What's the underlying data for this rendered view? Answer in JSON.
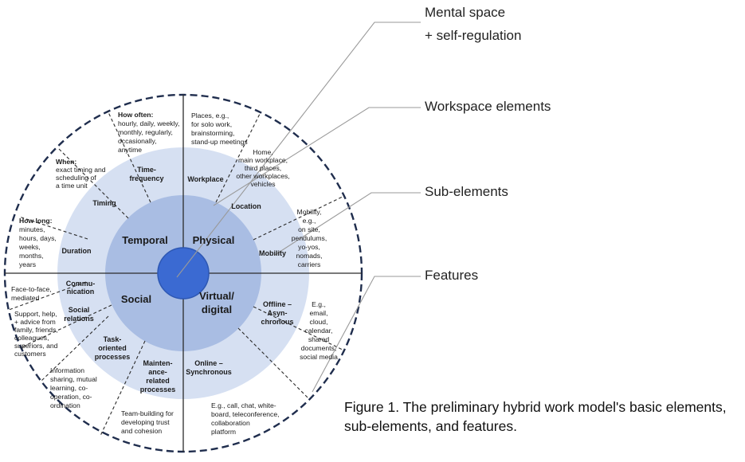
{
  "legend": {
    "mental_space_line1": "Mental space",
    "mental_space_line2": "+ self-regulation",
    "workspace_elements": "Workspace elements",
    "sub_elements": "Sub-elements",
    "features": "Features"
  },
  "caption": {
    "line1": "Figure 1. The preliminary hybrid work model's basic elements,",
    "line2": "sub-elements, and features."
  },
  "elements": {
    "temporal": "Temporal",
    "physical": "Physical",
    "social": "Social",
    "virtual_line1": "Virtual/",
    "virtual_line2": "digital"
  },
  "sub_elements": {
    "time_frequency": [
      "Time-",
      "frequency"
    ],
    "timing": [
      "Timing"
    ],
    "duration": [
      "Duration"
    ],
    "workplace": [
      "Workplace"
    ],
    "location": [
      "Location"
    ],
    "mobility": [
      "Mobility"
    ],
    "communication": [
      "Commu-",
      "nication"
    ],
    "social_relations": [
      "Social",
      "relations"
    ],
    "task_oriented": [
      "Task-",
      "oriented",
      "processes"
    ],
    "maintenance": [
      "Mainten-",
      "ance-",
      "related",
      "processes"
    ],
    "online": [
      "Online –",
      "Synchronous"
    ],
    "offline": [
      "Offline –",
      "Asyn-",
      "chronous"
    ]
  },
  "features": {
    "how_often": [
      "How often:",
      "hourly, daily, weekly,",
      "monthly, regularly,",
      "occasionally,",
      "anytime"
    ],
    "when": [
      "When:",
      "exact timing and",
      "scheduling of",
      "a time unit"
    ],
    "how_long": [
      "How long:",
      "minutes,",
      "hours, days,",
      "weeks,",
      "months,",
      "years"
    ],
    "places": [
      "Places, e.g.,",
      "for solo work,",
      "brainstorming,",
      "stand-up meetings"
    ],
    "home": [
      "Home,",
      "main workplace,",
      "third places,",
      "other workplaces,",
      "vehicles"
    ],
    "mobility_eg": [
      "Mobility,",
      "e.g.,",
      "on site,",
      "pendulums,",
      "yo-yos,",
      "nomads,",
      "carriers"
    ],
    "face_to_face": [
      "Face-to-face,",
      "mediated"
    ],
    "support": [
      "Support, help,",
      "+ advice from",
      "family, friends,",
      "colleagues,",
      "superiors, and",
      "customers"
    ],
    "information": [
      "Information",
      "sharing, mutual",
      "learning, co-",
      "operation, co-",
      "ordination"
    ],
    "team_building": [
      "Team-building for",
      "developing trust",
      "and cohesion"
    ],
    "call_chat": [
      "E.g., call, chat, white-",
      "board, teleconference,",
      "collaboration",
      "platform"
    ],
    "email": [
      "E.g.,",
      "email,",
      "cloud,",
      "calendar,",
      "shared",
      "documents,",
      "social media"
    ]
  },
  "colors": {
    "middle_ring": "#d6e0f2",
    "inner_ring": "#a9bde3",
    "core": "#3b6ad2",
    "core_stroke": "#2d57b3",
    "lines": "#2b2b2b",
    "outer_dash": "#1f2d4d",
    "leader": "#9a9a9a"
  }
}
